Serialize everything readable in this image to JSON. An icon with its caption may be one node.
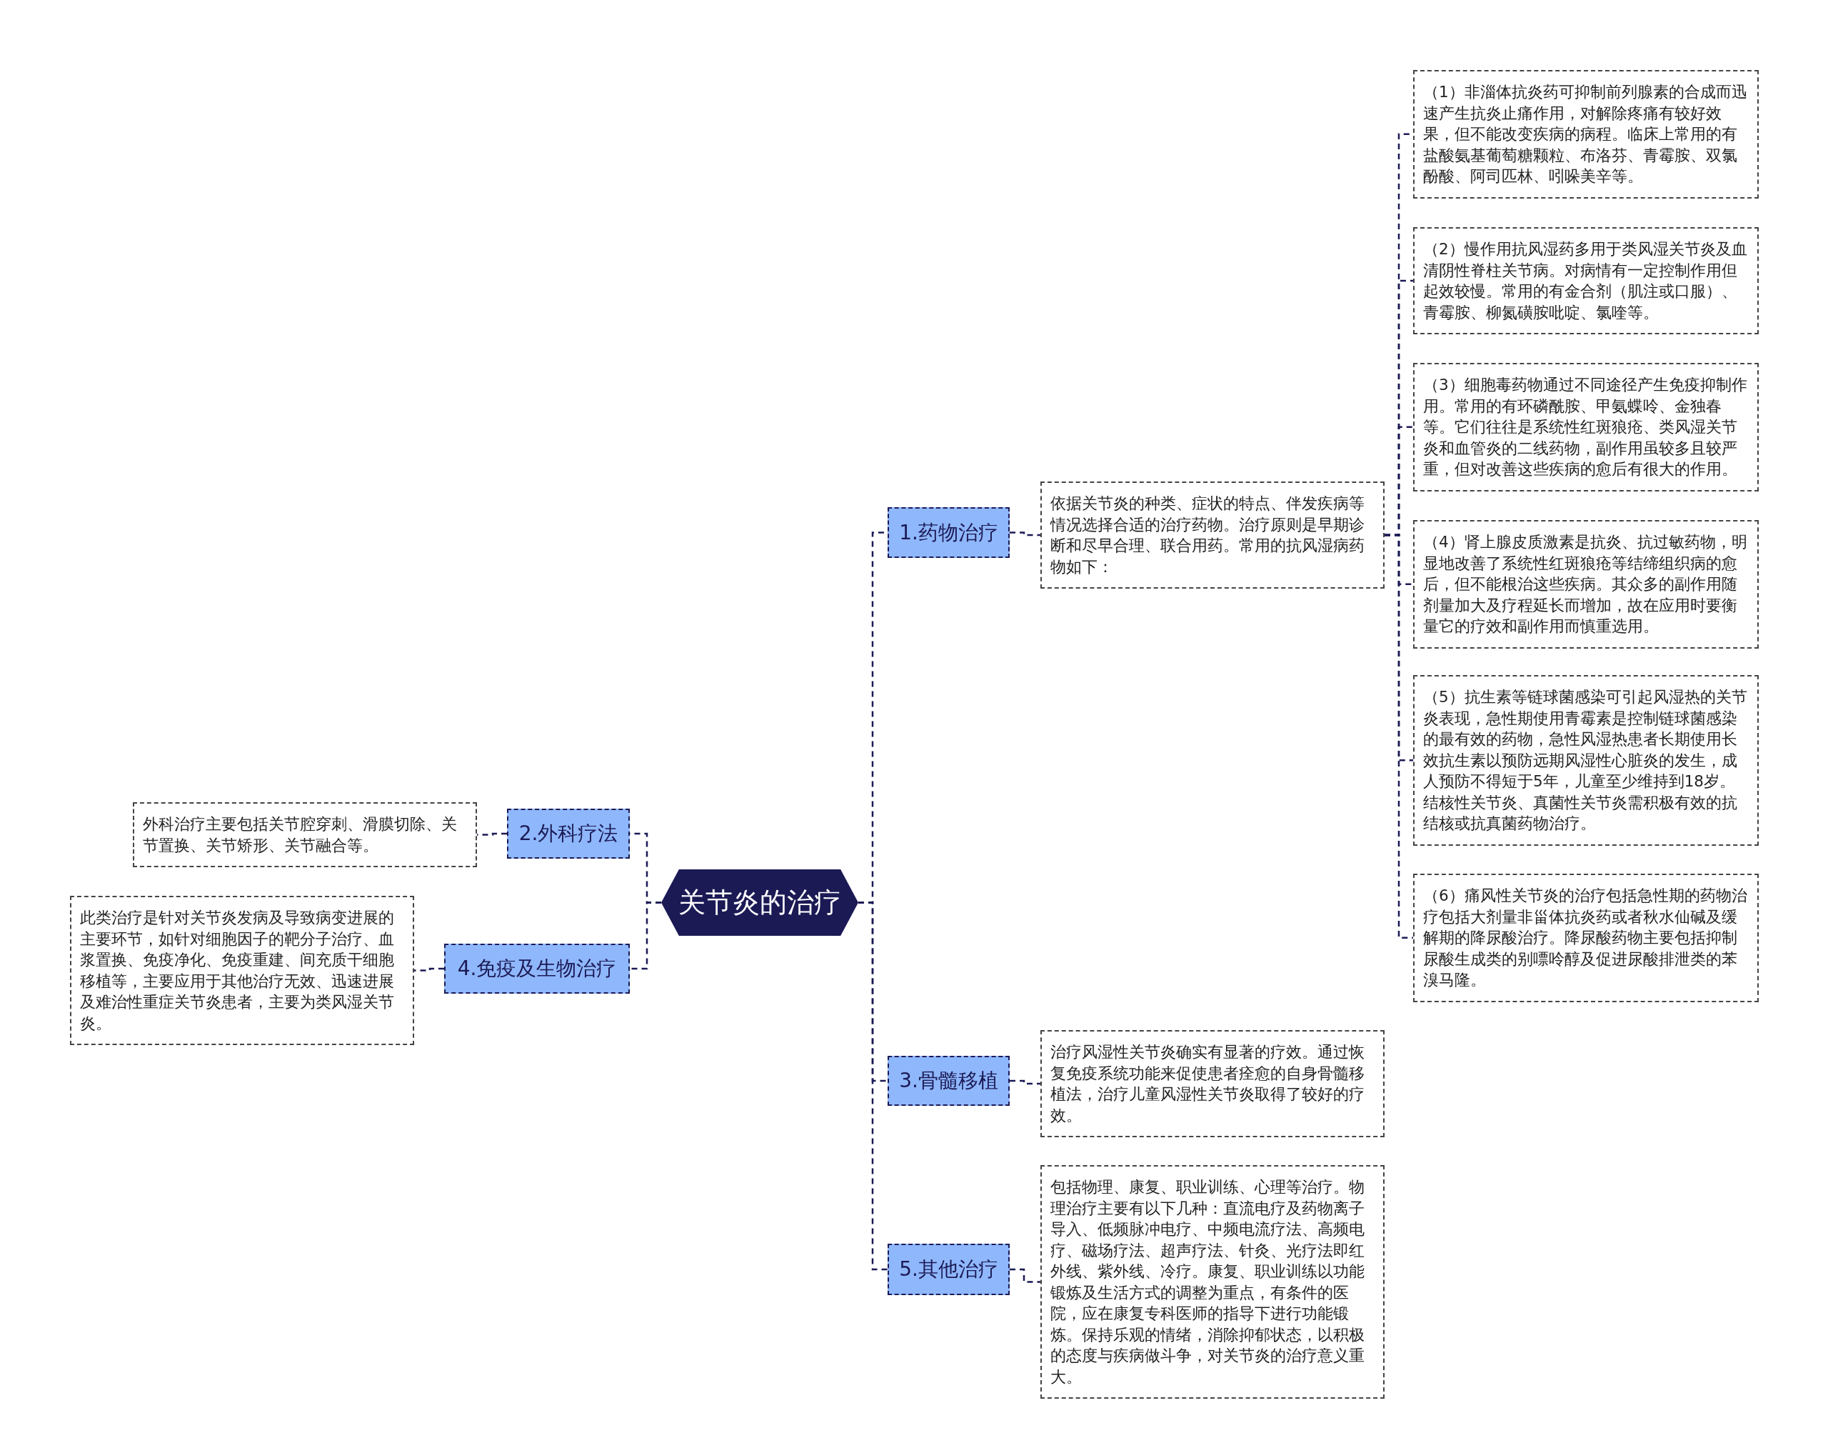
{
  "diagram": {
    "nodes": [
      {
        "text": [
          "关节炎的治疗"
        ]
      },
      {
        "text": [
          "1.药物治疗"
        ]
      },
      {
        "text": [
          "依据关节炎的种类、症状的特点、伴发疾病等情况选择合适的治疗药物。治疗原则是早期诊断和尽早合理、联合用药。常用的抗风湿病药物如下："
        ]
      },
      {
        "text": [
          "（1）非淄体抗炎药可抑制前列腺素的合成而迅速产生抗炎止痛作用，对解除疼痛有较好效果，但不能改变疾病的病程。临床上常用的有盐酸氨基葡萄糖颗粒、布洛芬、青霉胺、双氯酚酸、阿司匹林、吲哚美辛等。"
        ]
      },
      {
        "text": [
          "（2）慢作用抗风湿药多用于类风湿关节炎及血清阴性脊柱关节病。对病情有一定控制作用但起效较慢。常用的有金合剂（肌注或口服）、青霉胺、柳氮磺胺吡啶、氯喹等。"
        ]
      },
      {
        "text": [
          "（3）细胞毒药物通过不同途径产生免疫抑制作用。常用的有环磷酰胺、甲氨蝶呤、金独春等。它们往往是系统性红斑狼疮、类风湿关节炎和血管炎的二线药物，副作用虽较多且较严重，但对改善这些疾病的愈后有很大的作用。"
        ]
      },
      {
        "text": [
          "（4）肾上腺皮质激素是抗炎、抗过敏药物，明显地改善了系统性红斑狼疮等结缔组织病的愈后，但不能根治这些疾病。其众多的副作用随剂量加大及疗程延长而增加，故在应用时要衡量它的疗效和副作用而慎重选用。"
        ]
      },
      {
        "text": [
          "（5）抗生素等链球菌感染可引起风湿热的关节炎表现，急性期使用青霉素是控制链球菌感染的最有效的药物，急性风湿热患者长期使用长效抗生素以预防远期风湿性心脏炎的发生，成人预防不得短于5年，儿童至少维持到18岁。结核性关节炎、真菌性关节炎需积极有效的抗结核或抗真菌药物治疗。"
        ]
      },
      {
        "text": [
          "（6）痛风性关节炎的治疗包括急性期的药物治疗包括大剂量非甾体抗炎药或者秋水仙碱及缓解期的降尿酸治疗。降尿酸药物主要包括抑制尿酸生成类的别嘌呤醇及促进尿酸排泄类的苯溴马隆。"
        ]
      },
      {
        "text": [
          "2.外科疗法"
        ]
      },
      {
        "text": [
          "外科治疗主要包括关节腔穿刺、滑膜切除、关节置换、关节矫形、关节融合等。"
        ]
      },
      {
        "text": [
          "4.免疫及生物治疗"
        ]
      },
      {
        "text": [
          "此类治疗是针对关节炎发病及导致病变进展的主要环节，如针对细胞因子的靶分子治疗、血浆置换、免疫净化、免疫重建、间充质干细胞移植等，主要应用于其他治疗无效、迅速进展及难治性重症关节炎患者，主要为类风湿关节炎。"
        ]
      },
      {
        "text": [
          "3.骨髓移植"
        ]
      },
      {
        "text": [
          "治疗风湿性关节炎确实有显著的疗效。通过恢复免疫系统功能来促使患者痊愈的自身骨髓移植法，治疗儿童风湿性关节炎取得了较好的疗效。"
        ]
      },
      {
        "text": [
          "5.其他治疗"
        ]
      },
      {
        "text": [
          "包括物理、康复、职业训练、心理等治疗。物理治疗主要有以下几种：直流电疗及药物离子导入、低频脉冲电疗、中频电流疗法、高频电疗、磁场疗法、超声疗法、针灸、光疗法即红外线、紫外线、冷疗。康复、职业训练以功能锻炼及生活方式的调整为重点，有条件的医院，应在康复专科医师的指导下进行功能锻炼。保持乐观的情绪，消除抑郁状态，以积极的态度与疾病做斗争，对关节炎的治疗意义重大。"
        ]
      }
    ],
    "edges": [
      {
        "from": 0,
        "to": 1,
        "arrow": "none"
      },
      {
        "from": 1,
        "to": 2,
        "arrow": "none"
      },
      {
        "from": 2,
        "to": 3,
        "arrow": "none"
      },
      {
        "from": 2,
        "to": 4,
        "arrow": "none"
      },
      {
        "from": 2,
        "to": 5,
        "arrow": "none"
      },
      {
        "from": 2,
        "to": 6,
        "arrow": "none"
      },
      {
        "from": 2,
        "to": 7,
        "arrow": "none"
      },
      {
        "from": 2,
        "to": 8,
        "arrow": "none"
      },
      {
        "from": 0,
        "to": 9,
        "arrow": "none"
      },
      {
        "from": 9,
        "to": 10,
        "arrow": "none"
      },
      {
        "from": 0,
        "to": 11,
        "arrow": "none"
      },
      {
        "from": 11,
        "to": 12,
        "arrow": "none"
      },
      {
        "from": 0,
        "to": 13,
        "arrow": "none"
      },
      {
        "from": 13,
        "to": 14,
        "arrow": "none"
      },
      {
        "from": 0,
        "to": 15,
        "arrow": "none"
      },
      {
        "from": 15,
        "to": 16,
        "arrow": "none"
      }
    ]
  }
}
